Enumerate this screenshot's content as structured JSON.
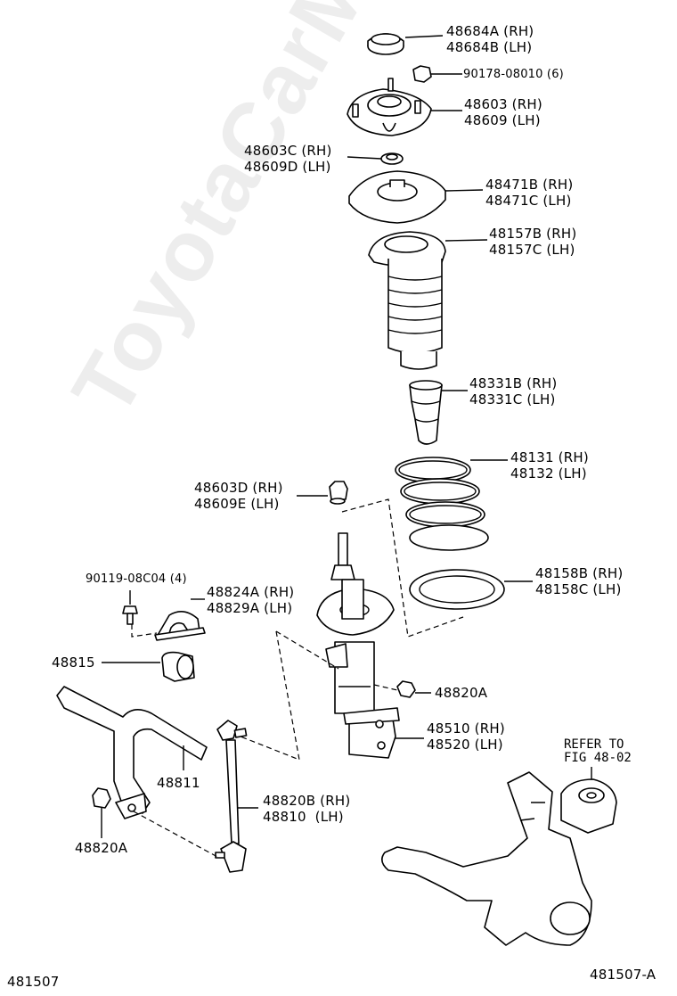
{
  "labels": {
    "l48684": "48684A (RH)\n48684B (LH)",
    "l90178": "90178-08010 (6)",
    "l48603": "48603 (RH)\n48609 (LH)",
    "l48603c": "48603C (RH)\n48609D (LH)",
    "l48471": "48471B (RH)\n48471C (LH)",
    "l48157": "48157B (RH)\n48157C (LH)",
    "l48331": "48331B (RH)\n48331C (LH)",
    "l48131": "48131 (RH)\n48132 (LH)",
    "l48603d": "48603D (RH)\n48609E (LH)",
    "l48158": "48158B (RH)\n48158C (LH)",
    "l90119": "90119-08C04 (4)",
    "l48824": "48824A (RH)\n48829A (LH)",
    "l48815": "48815",
    "l48820a_r": "48820A",
    "l48510": "48510 (RH)\n48520 (LH)",
    "l48811": "48811",
    "l48820b": "48820B (RH)\n48810  (LH)",
    "l48820a_l": "48820A",
    "refer": "REFER TO\nFIG 48-02",
    "code_left": "481507",
    "code_right": "481507-A"
  },
  "watermark": "ToyotaCarMine.ru"
}
